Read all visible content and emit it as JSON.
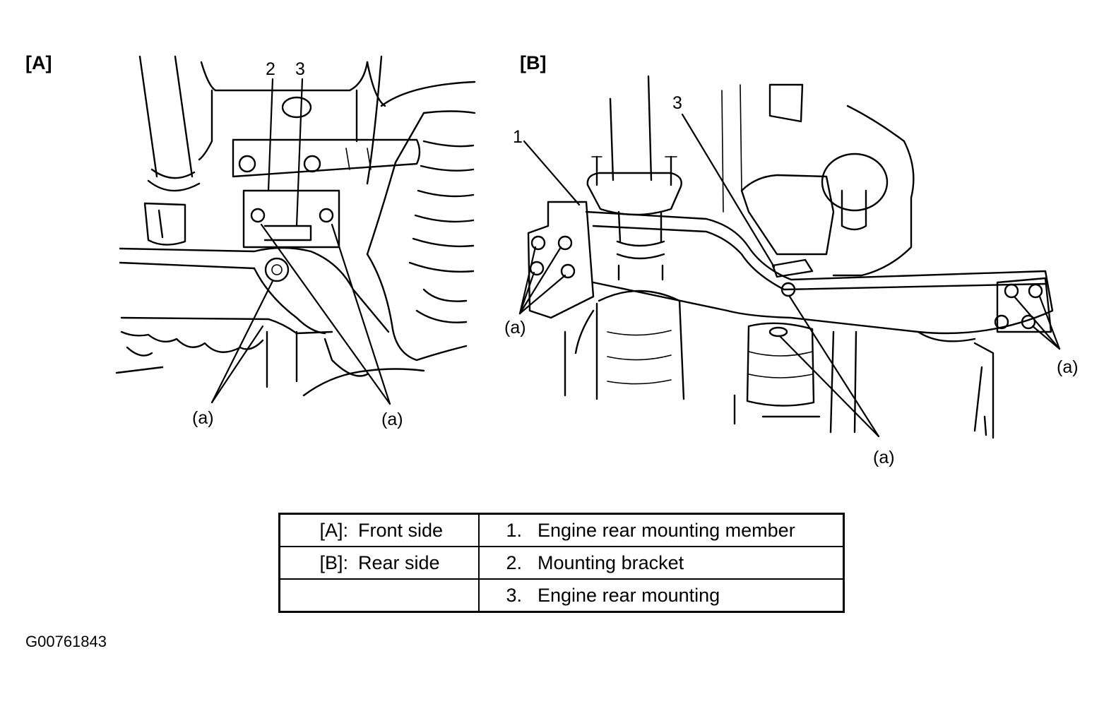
{
  "panels": {
    "a": {
      "tag": "[A]"
    },
    "b": {
      "tag": "[B]"
    }
  },
  "callouts": {
    "a_item2": "2",
    "a_item3": "3",
    "a_bolt_left": "(a)",
    "a_bolt_right": "(a)",
    "b_item1": "1",
    "b_item3": "3",
    "b_bolt_left": "(a)",
    "b_bolt_right": "(a)",
    "b_bolt_bottom": "(a)"
  },
  "legend": {
    "rows": [
      {
        "key": "[A]:",
        "text": "Front side",
        "num": "1.",
        "label": "Engine rear mounting member"
      },
      {
        "key": "[B]:",
        "text": "Rear side",
        "num": "2.",
        "label": "Mounting bracket"
      },
      {
        "key": "",
        "text": "",
        "num": "3.",
        "label": "Engine rear mounting"
      }
    ]
  },
  "figure_id": "G00761843"
}
